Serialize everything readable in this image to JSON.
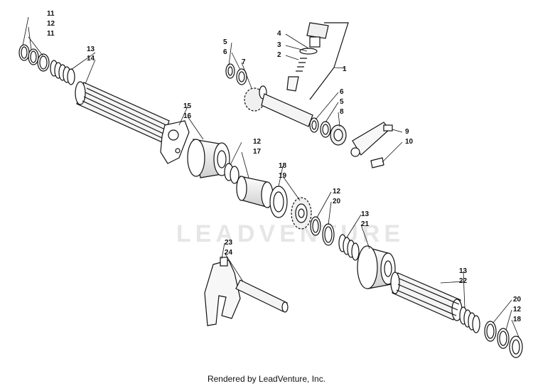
{
  "watermark": "LEADVENTURE",
  "footer": "Rendered by LeadVenture, Inc.",
  "callouts": {
    "c11a": "11",
    "c12a": "12",
    "c11b": "11",
    "c13a": "13",
    "c14": "14",
    "c4": "4",
    "c3": "3",
    "c2": "2",
    "c1": "1",
    "c5a": "5",
    "c6a": "6",
    "c7": "7",
    "c6b": "6",
    "c5b": "5",
    "c8": "8",
    "c9": "9",
    "c10": "10",
    "c15": "15",
    "c16": "16",
    "c12b": "12",
    "c17": "17",
    "c18a": "18",
    "c19": "19",
    "c12c": "12",
    "c20a": "20",
    "c13b": "13",
    "c21": "21",
    "c23": "23",
    "c24": "24",
    "c13c": "13",
    "c22": "22",
    "c20b": "20",
    "c12d": "12",
    "c18b": "18"
  }
}
